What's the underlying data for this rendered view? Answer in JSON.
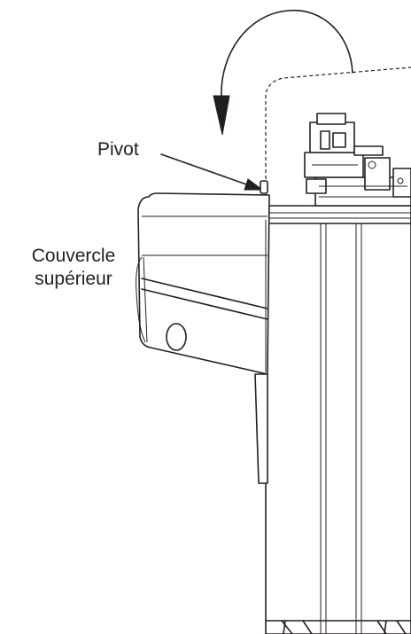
{
  "labels": {
    "pivot": "Pivot",
    "cover_line1": "Couvercle",
    "cover_line2": "supérieur"
  },
  "colors": {
    "ink": "#231f20",
    "background": "#ffffff"
  }
}
